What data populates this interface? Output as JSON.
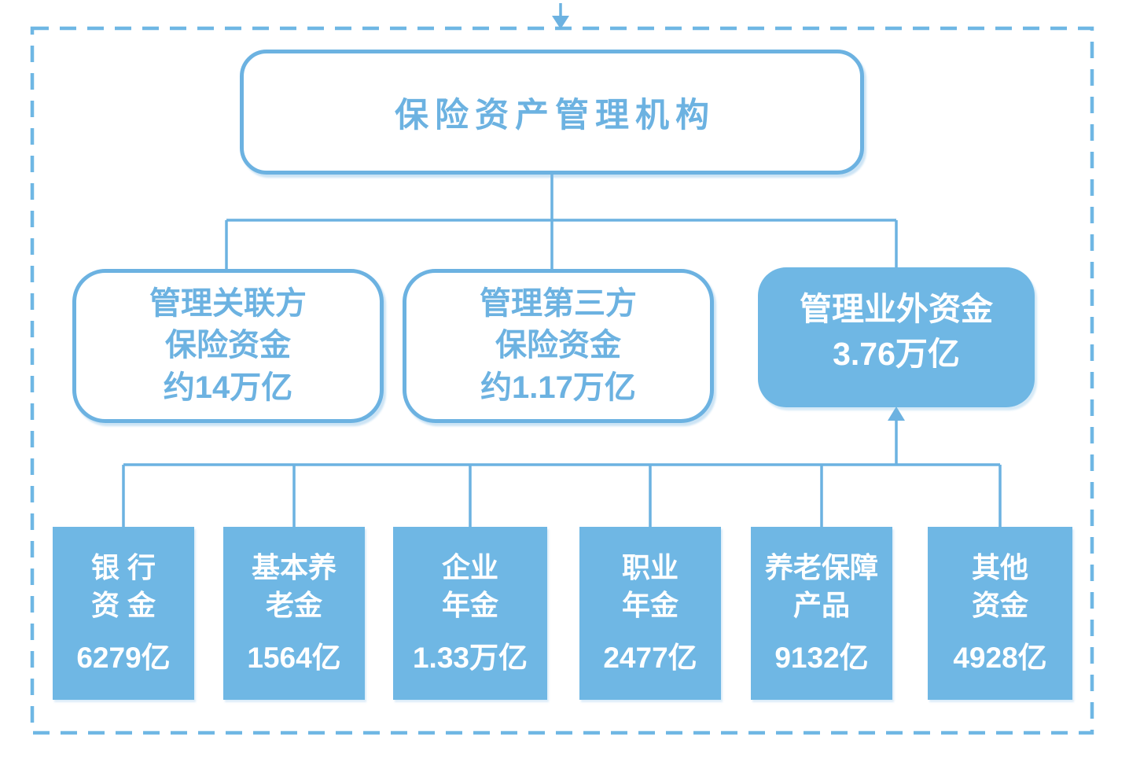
{
  "colors": {
    "accent": "#6CB2E1",
    "fill": "#6FB7E4",
    "text_on_fill": "#FFFFFF"
  },
  "icons": {
    "entry_arrow": "arrow-down-icon",
    "feed_arrow": "arrow-up-icon"
  },
  "nodes": {
    "root": {
      "label": "保险资产管理机构"
    },
    "managed_related_party": {
      "line1": "管理关联方",
      "line2": "保险资金",
      "line3": "约14万亿"
    },
    "managed_third_party": {
      "line1": "管理第三方",
      "line2": "保险资金",
      "line3": "约1.17万亿"
    },
    "managed_external": {
      "line1": "管理业外资金",
      "line2": "3.76万亿"
    }
  },
  "external_sources": [
    {
      "line1": "银 行",
      "line2": "资 金",
      "value": "6279亿"
    },
    {
      "line1": "基本养",
      "line2": "老金",
      "value": "1564亿"
    },
    {
      "line1": "企业",
      "line2": "年金",
      "value": "1.33万亿"
    },
    {
      "line1": "职业",
      "line2": "年金",
      "value": "2477亿"
    },
    {
      "line1": "养老保障",
      "line2": "产品",
      "value": "9132亿"
    },
    {
      "line1": "其他",
      "line2": "资金",
      "value": "4928亿"
    }
  ]
}
